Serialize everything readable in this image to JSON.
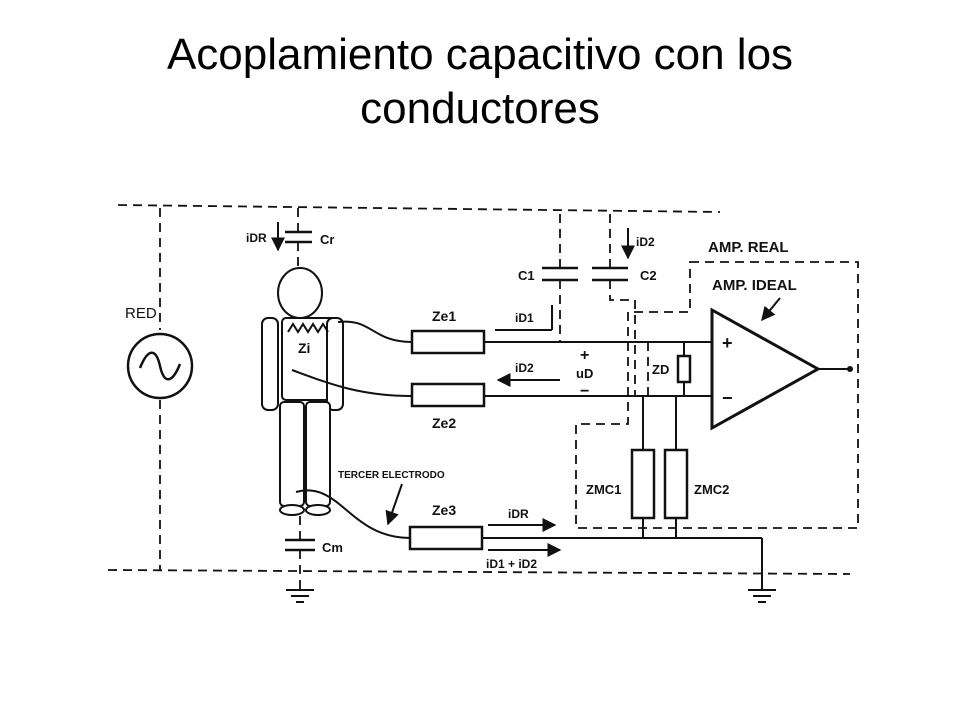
{
  "slide": {
    "title_line1": "Acoplamiento capacitivo con los",
    "title_line2": "conductores"
  },
  "diagram": {
    "source_label": "RED",
    "labels": {
      "i_dr": "iDR",
      "c_r": "Cr",
      "c1": "C1",
      "c2": "C2",
      "i_d2": "iD2",
      "i_d1": "iD1",
      "z_i": "Zi",
      "z_e1": "Ze1",
      "z_e2": "Ze2",
      "z_e3": "Ze3",
      "u_d": "uD",
      "plus": "+",
      "minus": "−",
      "z_d": "ZD",
      "z_mc1": "ZMC1",
      "z_mc2": "ZMC2",
      "c_m": "Cm",
      "tercer_electrodo": "TERCER ELECTRODO",
      "amp_real": "AMP. REAL",
      "amp_ideal": "AMP. IDEAL",
      "sum_current": "iD1 + iD2"
    },
    "colors": {
      "ink": "#111111",
      "background": "#ffffff"
    }
  }
}
